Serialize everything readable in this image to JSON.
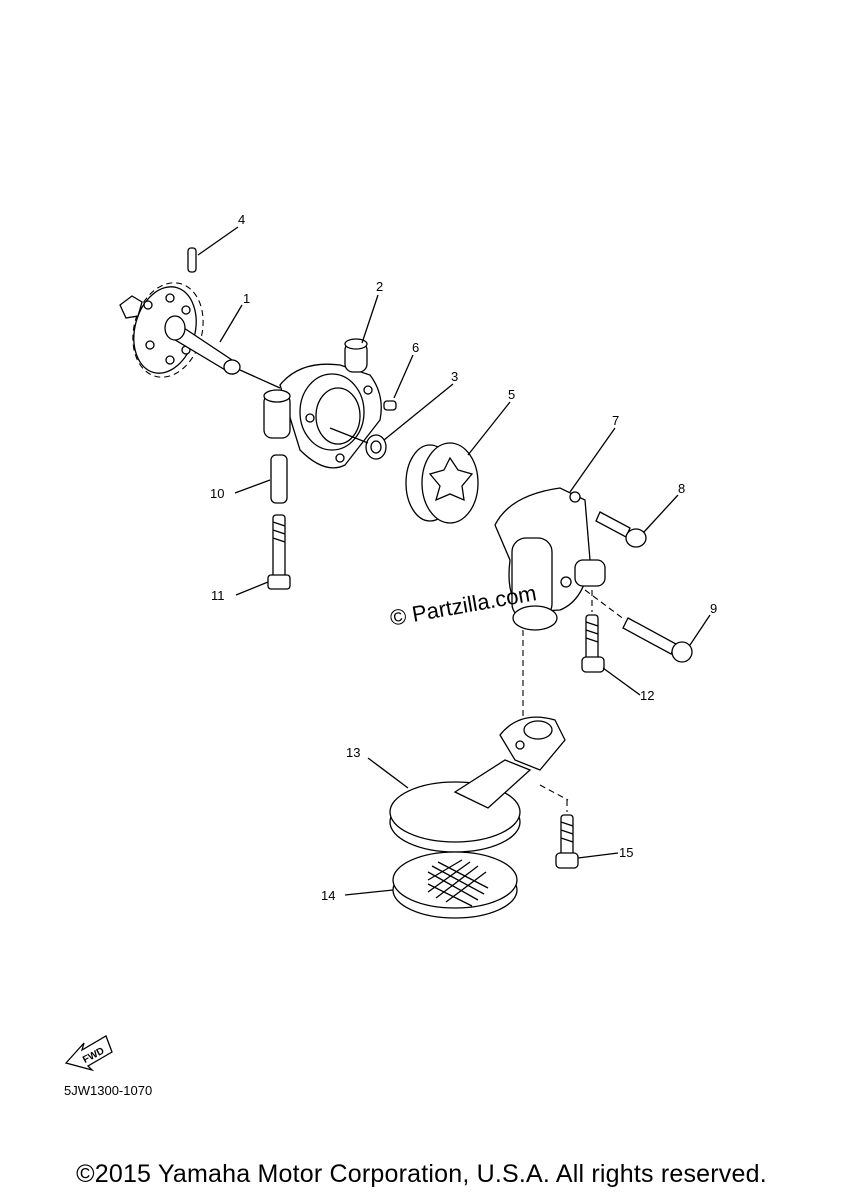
{
  "callouts": [
    {
      "label": "1"
    },
    {
      "label": "2"
    },
    {
      "label": "3"
    },
    {
      "label": "4"
    },
    {
      "label": "5"
    },
    {
      "label": "6"
    },
    {
      "label": "7"
    },
    {
      "label": "8"
    },
    {
      "label": "9"
    },
    {
      "label": "10"
    },
    {
      "label": "11"
    },
    {
      "label": "12"
    },
    {
      "label": "13"
    },
    {
      "label": "14"
    },
    {
      "label": "15"
    }
  ],
  "watermark": "© Partzilla.com",
  "fwd_label": "FWD",
  "diagram_code": "5JW1300-1070",
  "copyright": "©2015 Yamaha Motor Corporation, U.S.A. All rights reserved."
}
